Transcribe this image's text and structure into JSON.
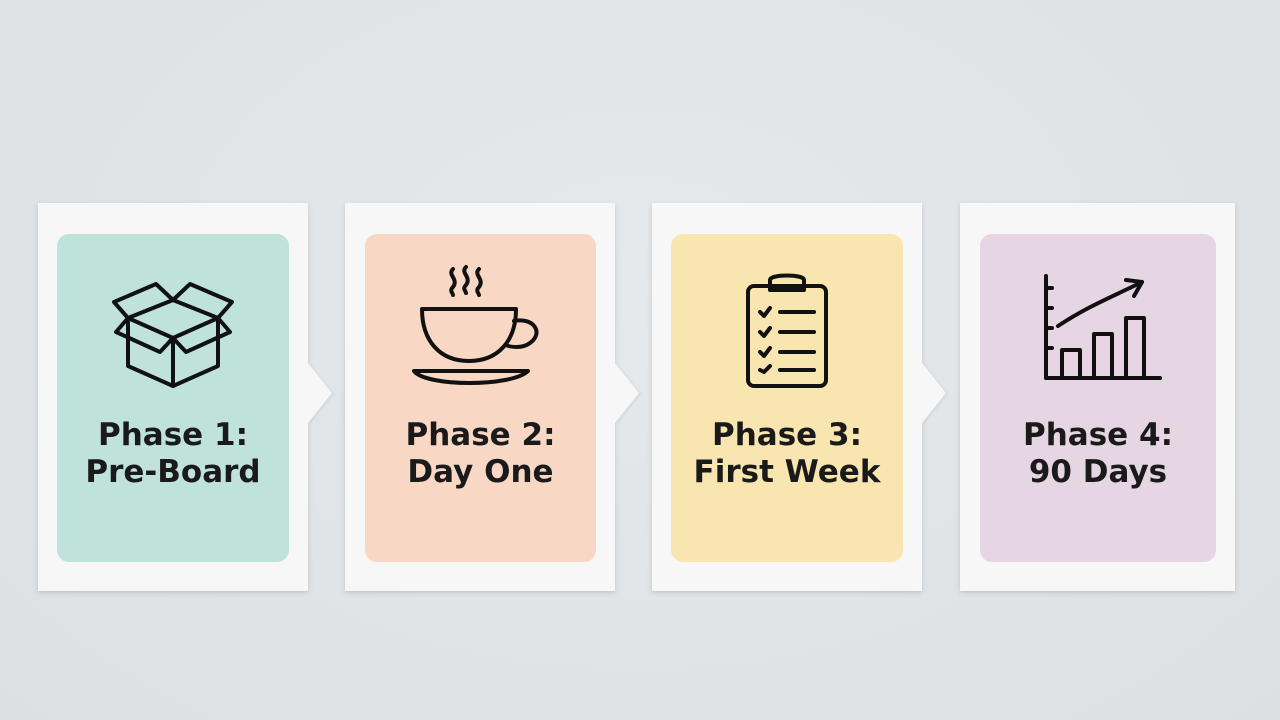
{
  "phases": [
    {
      "line1": "Phase 1:",
      "line2": "Pre-Board",
      "icon": "open-box-icon",
      "color": "#bfe3db"
    },
    {
      "line1": "Phase 2:",
      "line2": "Day One",
      "icon": "coffee-cup-icon",
      "color": "#f8d7c4"
    },
    {
      "line1": "Phase 3:",
      "line2": "First Week",
      "icon": "clipboard-checklist-icon",
      "color": "#f9e5b0"
    },
    {
      "line1": "Phase 4:",
      "line2": "90 Days",
      "icon": "growth-chart-icon",
      "color": "#e6d6e4"
    }
  ],
  "colors": {
    "background": "#e0e3e6",
    "card": "#f6f7f6",
    "text": "#1a1a1a"
  }
}
